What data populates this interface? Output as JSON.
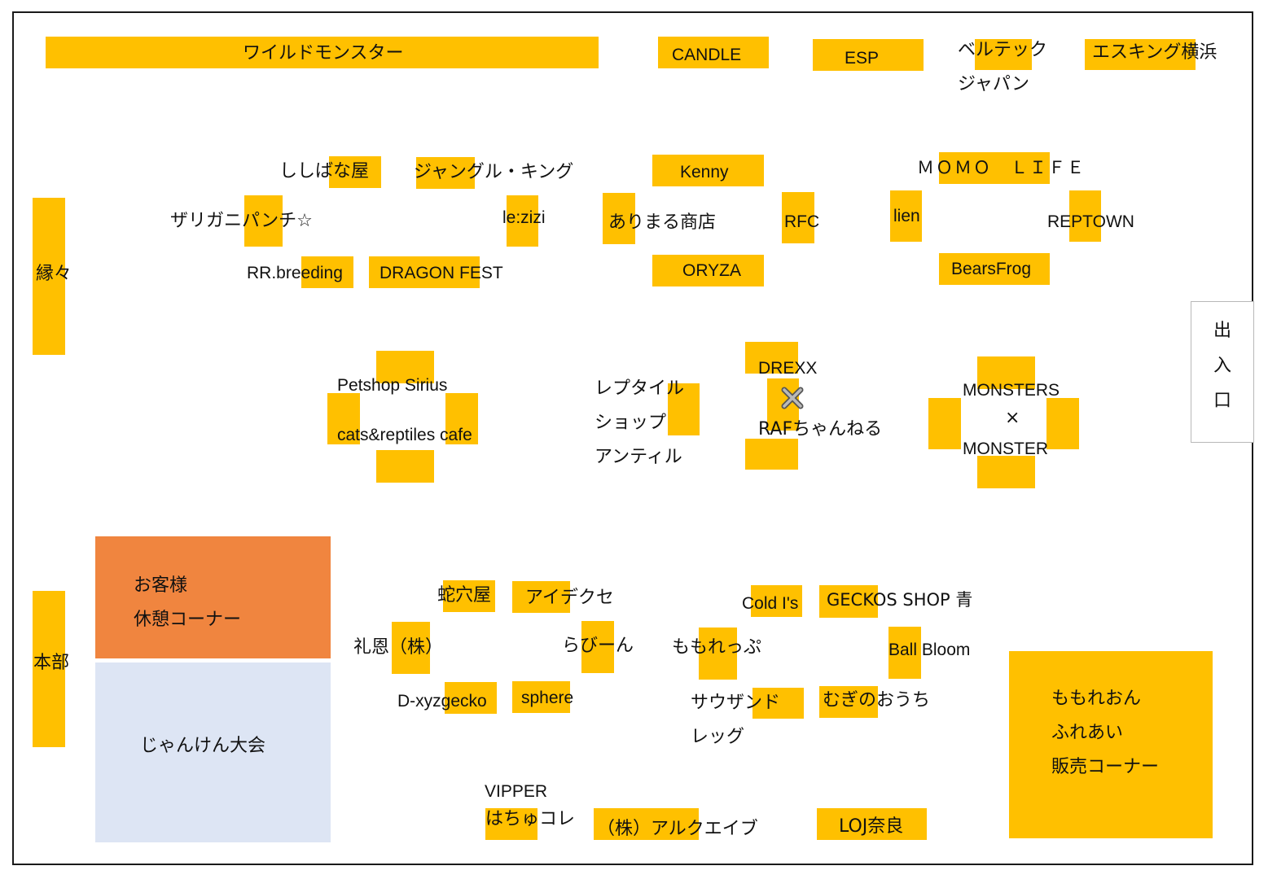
{
  "colors": {
    "booth": "#FFC000",
    "rest_area": "#F0853F",
    "janken_area": "#DDE5F4",
    "frame": "#1a1a1a"
  },
  "labels": {
    "wild_monster": "ワイルドモンスター",
    "candle": "CANDLE",
    "esp": "ESP",
    "beltech_1": "ベルテック",
    "beltech_2": "ジャパン",
    "esking": "エスキング横浜",
    "shishibana": "ししばな屋",
    "jungle_king": "ジャングル・キング",
    "kenny": "Kenny",
    "momo_life": "ＭＯＭＯ　ＬＩＦＥ",
    "zarigani": "ザリガニパンチ☆",
    "lezizi": "le:zizi",
    "arimaru": "ありまる商店",
    "rfc": "RFC",
    "lien": "lien",
    "reptown": "REPTOWN",
    "rr_breeding": "RR.breeding",
    "dragon_fest": "DRAGON FEST",
    "oryza": "ORYZA",
    "bearsfrog": "BearsFrog",
    "enen": "縁々",
    "petshop_sirius": "Petshop Sirius",
    "cats_reptiles": "cats&reptiles cafe",
    "reptile_1": "レプタイル",
    "reptile_2": "ショップ",
    "reptile_3": "アンティル",
    "drexx": "DREXX",
    "raf": "RAFちゃんねる",
    "monsters": "MONSTERS",
    "times": "×",
    "monster": "MONSTER",
    "exit_1": "出",
    "exit_2": "入",
    "exit_3": "口",
    "rest_1": "お客様",
    "rest_2": "休憩コーナー",
    "janken": "じゃんけん大会",
    "honbu": "本部",
    "hebiana": "蛇穴屋",
    "aidekuse": "アイデクセ",
    "reion": "礼恩（株）",
    "rabin": "らびーん",
    "dxyz": "D-xyzgecko",
    "sphere": "sphere",
    "cold_is": "Cold I's",
    "geckos_shop": "GECKOS SHOP 青",
    "momorep": "ももれっぷ",
    "ball_bloom": "Ball Bloom",
    "thousand_1": "サウザンド",
    "thousand_2": "レッグ",
    "mugi": "むぎのおうち",
    "momoreon_1": "ももれおん",
    "momoreon_2": "ふれあい",
    "momoreon_3": "販売コーナー",
    "vipper": "VIPPER",
    "hachuko": "はちゅコレ",
    "alkeib": "（株）アルクエイブ",
    "loj": "LOJ奈良"
  },
  "icons": {
    "center_mark": "x-mark-icon"
  }
}
